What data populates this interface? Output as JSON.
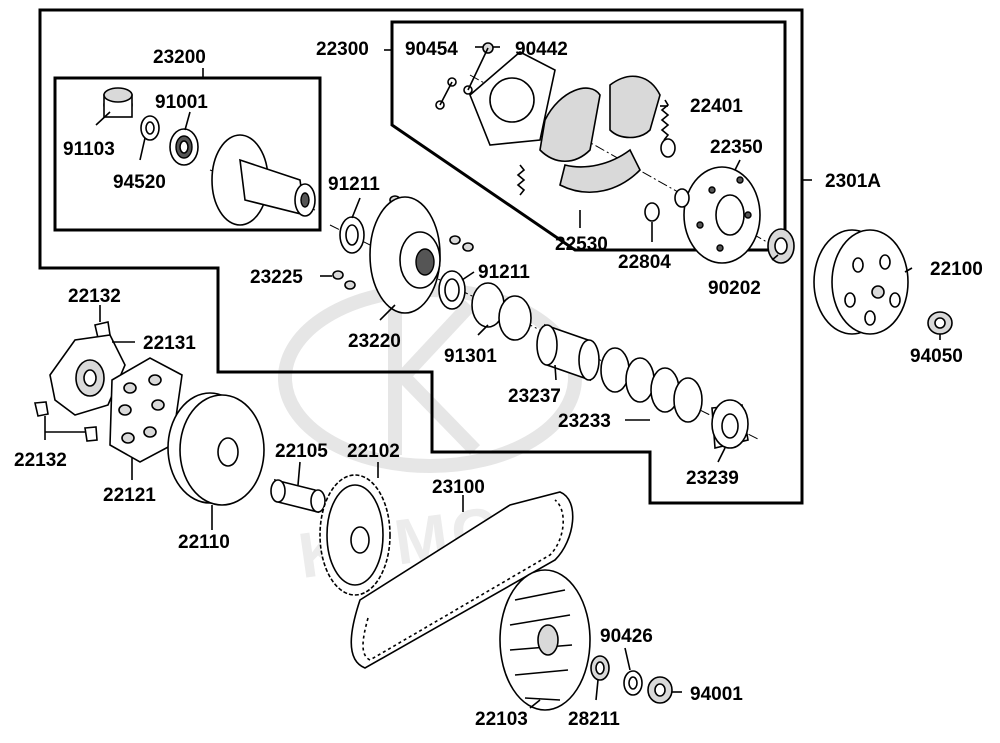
{
  "watermark": {
    "brand": "KYMCO"
  },
  "callouts": {
    "c23200": "23200",
    "c91001": "91001",
    "c91103": "91103",
    "c94520": "94520",
    "c22300": "22300",
    "c90454": "90454",
    "c90442": "90442",
    "c22401": "22401",
    "c22350": "22350",
    "c2301A": "2301A",
    "c22530": "22530",
    "c22804": "22804",
    "c90202": "90202",
    "c22100": "22100",
    "c94050": "94050",
    "c91211a": "91211",
    "c91211b": "91211",
    "c23225": "23225",
    "c23220": "23220",
    "c91301": "91301",
    "c23237": "23237",
    "c23233": "23233",
    "c23239": "23239",
    "c22132a": "22132",
    "c22131": "22131",
    "c22132b": "22132",
    "c22121": "22121",
    "c22110": "22110",
    "c22105": "22105",
    "c22102": "22102",
    "c23100": "23100",
    "c90426": "90426",
    "c94001": "94001",
    "c22103": "22103",
    "c28211": "28211"
  }
}
